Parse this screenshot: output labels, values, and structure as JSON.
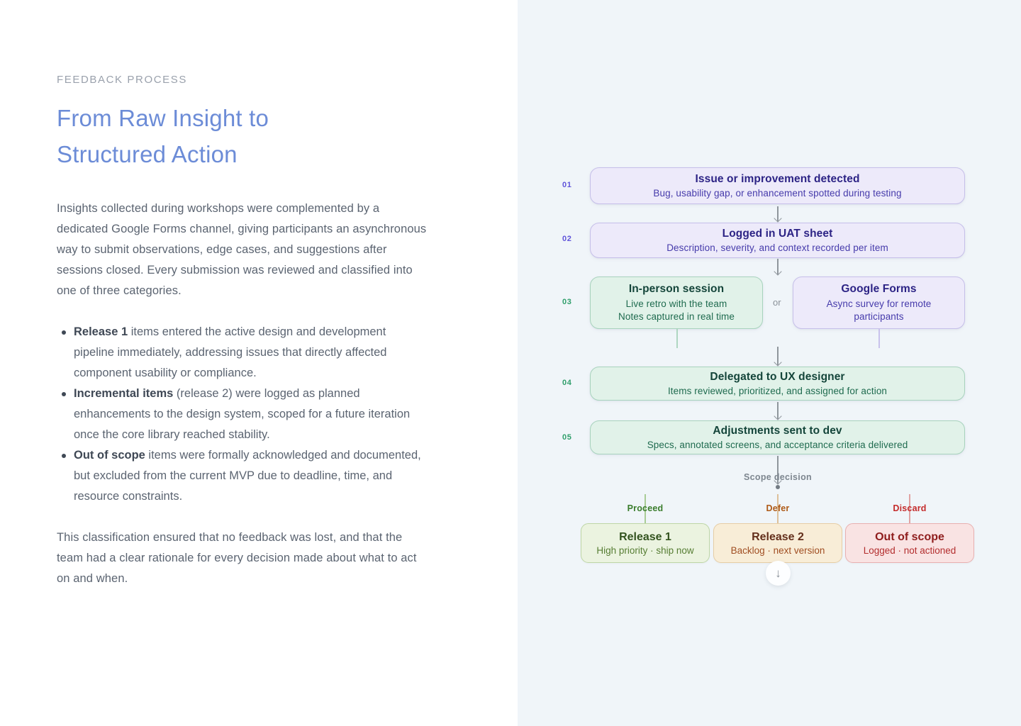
{
  "article": {
    "eyebrow": "FEEDBACK PROCESS",
    "title": "From Raw Insight to Structured Action",
    "intro": "Insights collected during workshops were complemented by a dedicated Google Forms channel, giving participants an asynchronous way to submit observations, edge cases, and suggestions after sessions closed. Every submission was reviewed and classified into one of three categories.",
    "bullets": [
      {
        "lead": "Release 1",
        "rest": " items entered the active design and development pipeline immediately, addressing issues that directly affected component usability or compliance."
      },
      {
        "lead": "Incremental items",
        "rest": " (release 2) were logged as planned enhancements to the design system, scoped for a future iteration once the core library reached stability."
      },
      {
        "lead": "Out of scope",
        "rest": " items were formally acknowledged and documented, but excluded from the current MVP due to deadline, time, and resource constraints."
      }
    ],
    "outro": "This classification ensured that no feedback was lost, and that the team had a clear rationale for every decision made about what to act on and when."
  },
  "flow": {
    "step1": {
      "num": "01",
      "title": "Issue or improvement detected",
      "subtitle": "Bug, usability gap, or enhancement spotted during testing"
    },
    "step2": {
      "num": "02",
      "title": "Logged in UAT sheet",
      "subtitle": "Description, severity, and context recorded per item"
    },
    "step3": {
      "num": "03",
      "or": "or",
      "inperson": {
        "title": "In-person session",
        "line1": "Live retro with the team",
        "line2": "Notes captured in real time"
      },
      "gforms": {
        "title": "Google Forms",
        "subtitle": "Async survey for remote participants"
      }
    },
    "step4": {
      "num": "04",
      "title": "Delegated to UX designer",
      "subtitle": "Items reviewed, prioritized, and assigned for action"
    },
    "step5": {
      "num": "05",
      "title": "Adjustments sent to dev",
      "subtitle": "Specs, annotated screens, and acceptance criteria delivered"
    },
    "scope_label": "Scope decision",
    "branches": [
      {
        "label": "Proceed",
        "title": "Release 1",
        "subtitle": "High priority · ship now"
      },
      {
        "label": "Defer",
        "title": "Release 2",
        "subtitle": "Backlog · next version"
      },
      {
        "label": "Discard",
        "title": "Out of scope",
        "subtitle": "Logged · not actioned"
      }
    ],
    "more_arrow": "↓"
  },
  "colors": {
    "heading_blue": "#6c8cd7",
    "panel_bg": "#f0f5f9",
    "purple_accent": "#6054da",
    "green_accent": "#2f9e6b",
    "proceed_green": "#3a7d2c",
    "defer_amber": "#ae5a17",
    "discard_red": "#c42b2b"
  }
}
